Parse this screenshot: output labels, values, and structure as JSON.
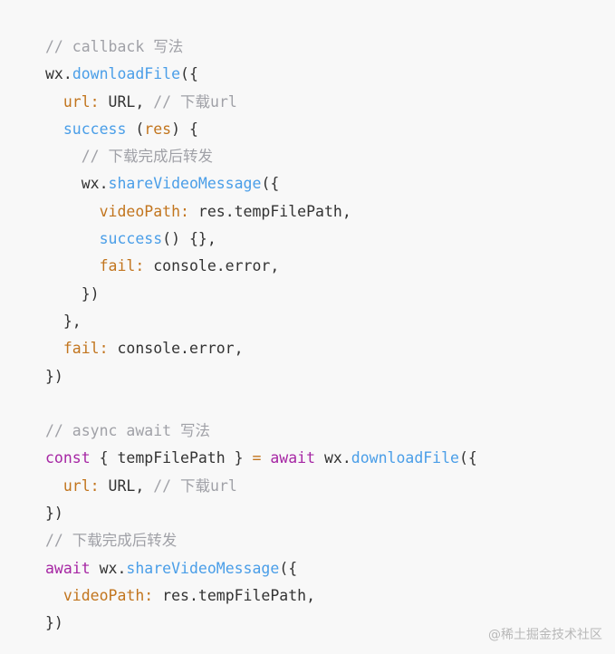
{
  "colors": {
    "background": "#f8f8f8",
    "comment": "#a0a1a7",
    "function": "#4a9ee8",
    "property": "#c2751e",
    "keyword": "#a626a4",
    "text": "#333333"
  },
  "code": {
    "lines": [
      [
        {
          "t": "comment",
          "v": "// callback 写法"
        }
      ],
      [
        {
          "t": "plain",
          "v": "wx."
        },
        {
          "t": "fn",
          "v": "downloadFile"
        },
        {
          "t": "plain",
          "v": "({"
        }
      ],
      [
        {
          "t": "plain",
          "v": "  "
        },
        {
          "t": "prop",
          "v": "url:"
        },
        {
          "t": "plain",
          "v": " URL, "
        },
        {
          "t": "comment",
          "v": "// 下载url"
        }
      ],
      [
        {
          "t": "plain",
          "v": "  "
        },
        {
          "t": "fn",
          "v": "success"
        },
        {
          "t": "plain",
          "v": " ("
        },
        {
          "t": "prop",
          "v": "res"
        },
        {
          "t": "plain",
          "v": ") {"
        }
      ],
      [
        {
          "t": "plain",
          "v": "    "
        },
        {
          "t": "comment",
          "v": "// 下载完成后转发"
        }
      ],
      [
        {
          "t": "plain",
          "v": "    wx."
        },
        {
          "t": "fn",
          "v": "shareVideoMessage"
        },
        {
          "t": "plain",
          "v": "({"
        }
      ],
      [
        {
          "t": "plain",
          "v": "      "
        },
        {
          "t": "prop",
          "v": "videoPath:"
        },
        {
          "t": "plain",
          "v": " res.tempFilePath,"
        }
      ],
      [
        {
          "t": "plain",
          "v": "      "
        },
        {
          "t": "fn",
          "v": "success"
        },
        {
          "t": "plain",
          "v": "() {},"
        }
      ],
      [
        {
          "t": "plain",
          "v": "      "
        },
        {
          "t": "prop",
          "v": "fail:"
        },
        {
          "t": "plain",
          "v": " console.error,"
        }
      ],
      [
        {
          "t": "plain",
          "v": "    })"
        }
      ],
      [
        {
          "t": "plain",
          "v": "  },"
        }
      ],
      [
        {
          "t": "plain",
          "v": "  "
        },
        {
          "t": "prop",
          "v": "fail:"
        },
        {
          "t": "plain",
          "v": " console.error,"
        }
      ],
      [
        {
          "t": "plain",
          "v": "})"
        }
      ],
      [],
      [
        {
          "t": "comment",
          "v": "// async await 写法"
        }
      ],
      [
        {
          "t": "kw",
          "v": "const"
        },
        {
          "t": "plain",
          "v": " { tempFilePath } "
        },
        {
          "t": "prop",
          "v": "="
        },
        {
          "t": "plain",
          "v": " "
        },
        {
          "t": "kw",
          "v": "await"
        },
        {
          "t": "plain",
          "v": " wx."
        },
        {
          "t": "fn",
          "v": "downloadFile"
        },
        {
          "t": "plain",
          "v": "({"
        }
      ],
      [
        {
          "t": "plain",
          "v": "  "
        },
        {
          "t": "prop",
          "v": "url:"
        },
        {
          "t": "plain",
          "v": " URL, "
        },
        {
          "t": "comment",
          "v": "// 下载url"
        }
      ],
      [
        {
          "t": "plain",
          "v": "})"
        }
      ],
      [
        {
          "t": "comment",
          "v": "// 下载完成后转发"
        }
      ],
      [
        {
          "t": "kw",
          "v": "await"
        },
        {
          "t": "plain",
          "v": " wx."
        },
        {
          "t": "fn",
          "v": "shareVideoMessage"
        },
        {
          "t": "plain",
          "v": "({"
        }
      ],
      [
        {
          "t": "plain",
          "v": "  "
        },
        {
          "t": "prop",
          "v": "videoPath:"
        },
        {
          "t": "plain",
          "v": " res.tempFilePath,"
        }
      ],
      [
        {
          "t": "plain",
          "v": "})"
        }
      ]
    ]
  },
  "watermark": {
    "text": "@稀土掘金技术社区"
  }
}
